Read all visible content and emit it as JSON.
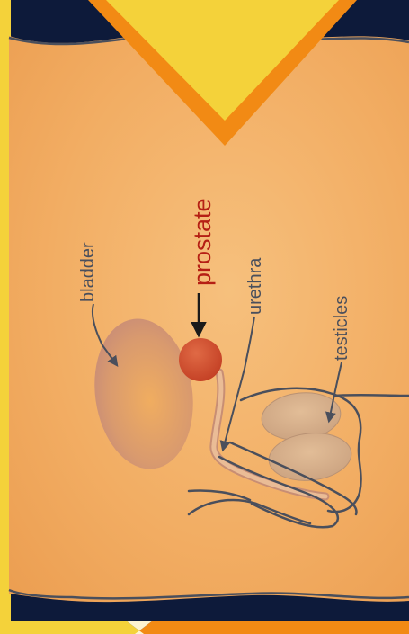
{
  "diagram": {
    "labels": {
      "bladder": "bladder",
      "prostate": "prostate",
      "urethra": "urethra",
      "testicles": "testicles"
    },
    "colors": {
      "background": "#0d1a3a",
      "body": "#f2ad63",
      "body_highlight": "#f6c07d",
      "outline": "#4a4f5c",
      "frame_yellow": "#f4d23a",
      "frame_orange": "#f28a14",
      "bladder": "#d79a6c",
      "prostate": "#cf4a2c",
      "prostate_label": "#b51f14",
      "urethra": "#e6b38c",
      "testicles": "#d8ad84",
      "label_text": "#4a4f5c"
    }
  }
}
